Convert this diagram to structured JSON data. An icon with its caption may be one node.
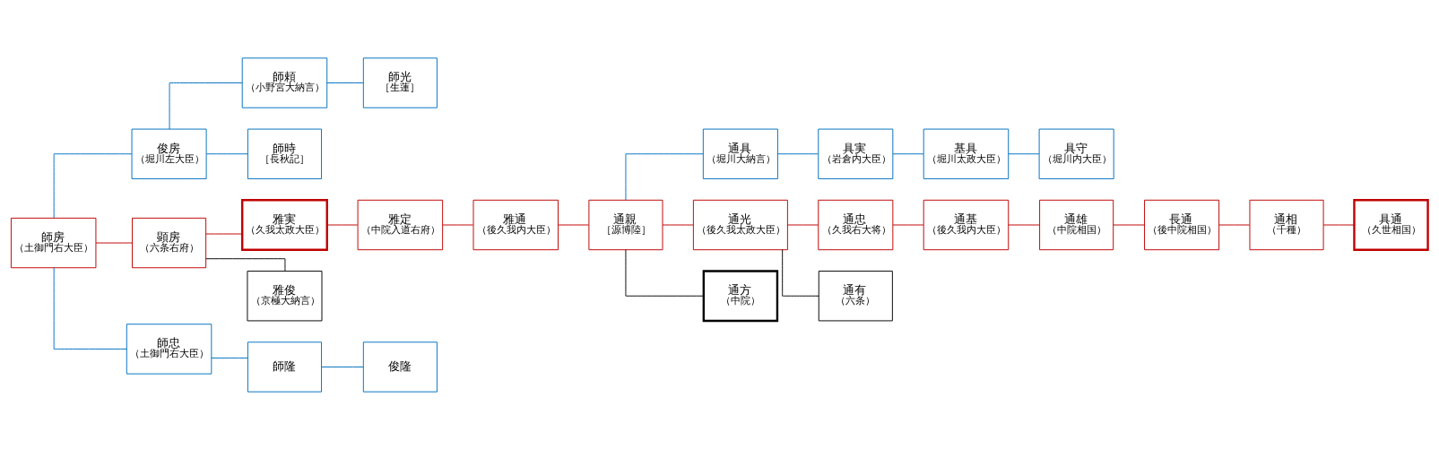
{
  "diagram": {
    "nodes": [
      {
        "text": [
          "師房",
          "（土御門右大臣）"
        ]
      },
      {
        "text": [
          "俊房",
          "（堀川左大臣）"
        ]
      },
      {
        "text": [
          "師頼",
          "（小野宮大納言）"
        ]
      },
      {
        "text": [
          "師光",
          "［生蓮］"
        ]
      },
      {
        "text": [
          "師時",
          "［長秋記］"
        ]
      },
      {
        "text": [
          "顕房",
          "（六条右府）"
        ]
      },
      {
        "text": [
          "雅実",
          "（久我太政大臣）"
        ]
      },
      {
        "text": [
          "雅定",
          "（中院入道右府）"
        ]
      },
      {
        "text": [
          "雅通",
          "（後久我内大臣）"
        ]
      },
      {
        "text": [
          "通親",
          "［源博陸］"
        ]
      },
      {
        "text": [
          "通具",
          "（堀川大納言）"
        ]
      },
      {
        "text": [
          "具実",
          "（岩倉内大臣）"
        ]
      },
      {
        "text": [
          "基具",
          "（堀川太政大臣）"
        ]
      },
      {
        "text": [
          "具守",
          "（堀川内大臣）"
        ]
      },
      {
        "text": [
          "通光",
          "（後久我太政大臣）"
        ]
      },
      {
        "text": [
          "通忠",
          "（久我右大将）"
        ]
      },
      {
        "text": [
          "通基",
          "（後久我内大臣）"
        ]
      },
      {
        "text": [
          "通雄",
          "（中院相国）"
        ]
      },
      {
        "text": [
          "長通",
          "（後中院相国）"
        ]
      },
      {
        "text": [
          "通相",
          "（千種）"
        ]
      },
      {
        "text": [
          "具通",
          "（久世相国）"
        ]
      },
      {
        "text": [
          "通方",
          "（中院）"
        ]
      },
      {
        "text": [
          "通有",
          "（六条）"
        ]
      },
      {
        "text": [
          "雅俊",
          "（京極大納言）"
        ]
      },
      {
        "text": [
          "師忠",
          "（土御門右大臣）"
        ]
      },
      {
        "text": [
          "師隆"
        ]
      },
      {
        "text": [
          "俊隆"
        ]
      }
    ],
    "edges": [
      {
        "from": 0,
        "to": 1,
        "arrow": "none",
        "color": "#0070c0"
      },
      {
        "from": 1,
        "to": 2,
        "arrow": "none",
        "color": "#0070c0"
      },
      {
        "from": 2,
        "to": 3,
        "arrow": "none",
        "color": "#0070c0"
      },
      {
        "from": 1,
        "to": 4,
        "arrow": "none",
        "color": "#0070c0"
      },
      {
        "from": 0,
        "to": 5,
        "arrow": "none"
      },
      {
        "from": 5,
        "to": 6,
        "arrow": "none"
      },
      {
        "from": 6,
        "to": 7,
        "arrow": "none"
      },
      {
        "from": 7,
        "to": 8,
        "arrow": "none"
      },
      {
        "from": 8,
        "to": 9,
        "arrow": "none"
      },
      {
        "from": 9,
        "to": 10,
        "arrow": "none",
        "color": "#0070c0"
      },
      {
        "from": 10,
        "to": 11,
        "arrow": "none",
        "color": "#0070c0"
      },
      {
        "from": 11,
        "to": 12,
        "arrow": "none",
        "color": "#0070c0"
      },
      {
        "from": 12,
        "to": 13,
        "arrow": "none",
        "color": "#0070c0"
      },
      {
        "from": 9,
        "to": 14,
        "arrow": "none"
      },
      {
        "from": 14,
        "to": 15,
        "arrow": "none"
      },
      {
        "from": 15,
        "to": 16,
        "arrow": "none"
      },
      {
        "from": 16,
        "to": 17,
        "arrow": "none"
      },
      {
        "from": 17,
        "to": 18,
        "arrow": "none"
      },
      {
        "from": 18,
        "to": 19,
        "arrow": "none"
      },
      {
        "from": 19,
        "to": 20,
        "arrow": "none"
      },
      {
        "from": 9,
        "to": 21,
        "arrow": "none",
        "color": "#000000"
      },
      {
        "from": 14,
        "to": 22,
        "arrow": "none",
        "color": "#000000"
      },
      {
        "from": 5,
        "to": 23,
        "arrow": "none",
        "color": "#000000"
      },
      {
        "from": 0,
        "to": 24,
        "arrow": "none",
        "color": "#0070c0"
      },
      {
        "from": 24,
        "to": 25,
        "arrow": "none",
        "color": "#0070c0"
      },
      {
        "from": 25,
        "to": 26,
        "arrow": "none",
        "color": "#0070c0"
      }
    ]
  }
}
